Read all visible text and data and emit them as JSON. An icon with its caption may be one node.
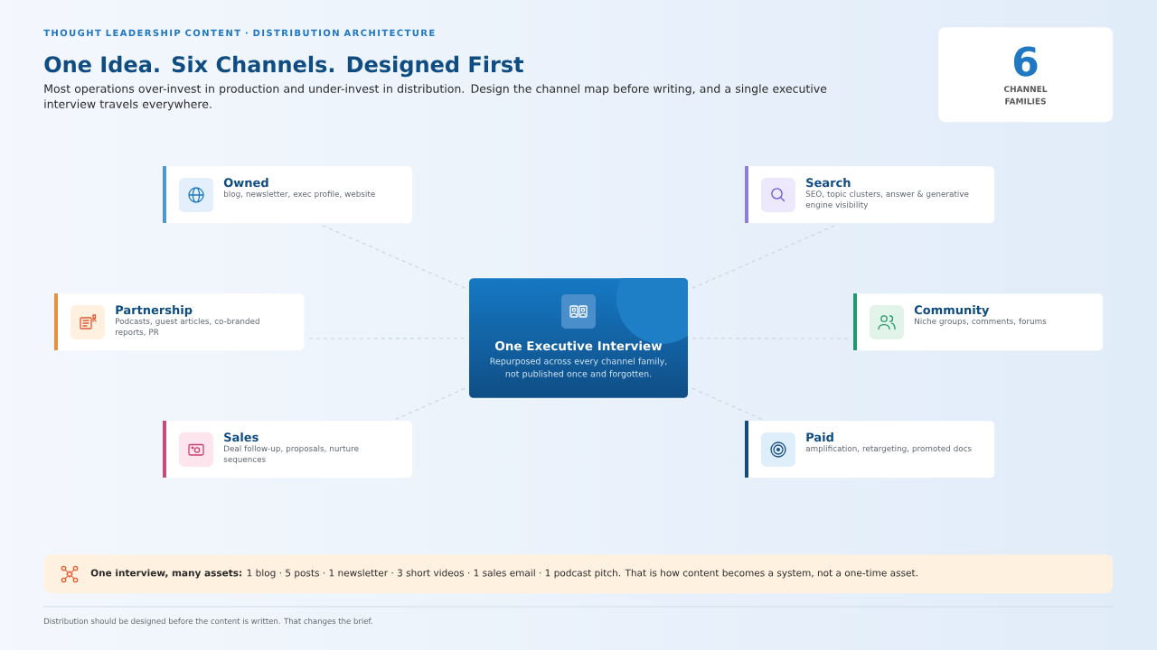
{
  "diagram": {
    "title": "One Idea. Six Channels. Designed First",
    "nodes": [
      {
        "text": [
          "6",
          "CHANNEL FAMILIES"
        ]
      },
      {
        "text": [
          "Owned",
          "blog, newsletter, exec profile, website"
        ]
      },
      {
        "text": [
          "Search",
          "SEO, topic clusters, answer & generative engine visibility"
        ]
      },
      {
        "text": [
          "Partnership",
          "Podcasts, guest articles, co-branded reports, PR"
        ]
      },
      {
        "text": [
          "One Executive Interview",
          "Repurposed across every channel family, not published once and forgotten."
        ]
      },
      {
        "text": [
          "Community",
          "Niche groups, comments, forums"
        ]
      },
      {
        "text": [
          "Sales",
          "Deal follow-up, proposals, nurture sequences"
        ]
      },
      {
        "text": [
          "Paid",
          "amplification, retargeting, promoted docs"
        ]
      },
      {
        "text": [
          "**One interview, many assets:** 1 blog · 5 posts · 1 newsletter · 3 short videos · 1 sales email · 1 podcast pitch. That is how content becomes a system, not a one-time asset."
        ]
      }
    ],
    "edges": [
      {
        "from": 4,
        "to": 1,
        "arrow": "none",
        "style": "dashed"
      },
      {
        "from": 4,
        "to": 2,
        "arrow": "none",
        "style": "dashed"
      },
      {
        "from": 4,
        "to": 3,
        "arrow": "none",
        "style": "dashed"
      },
      {
        "from": 4,
        "to": 5,
        "arrow": "none",
        "style": "dashed"
      },
      {
        "from": 4,
        "to": 6,
        "arrow": "none",
        "style": "dashed"
      },
      {
        "from": 4,
        "to": 7,
        "arrow": "none",
        "style": "dashed"
      }
    ],
    "labels": [
      "THOUGHT LEADERSHIP CONTENT · DISTRIBUTION ARCHITECTURE",
      "Most operations over-invest in production and under-invest in distribution. Design the channel map before writing, and a single executive interview travels everywhere.",
      "Distribution should be designed before the content is written. That changes the brief."
    ]
  }
}
